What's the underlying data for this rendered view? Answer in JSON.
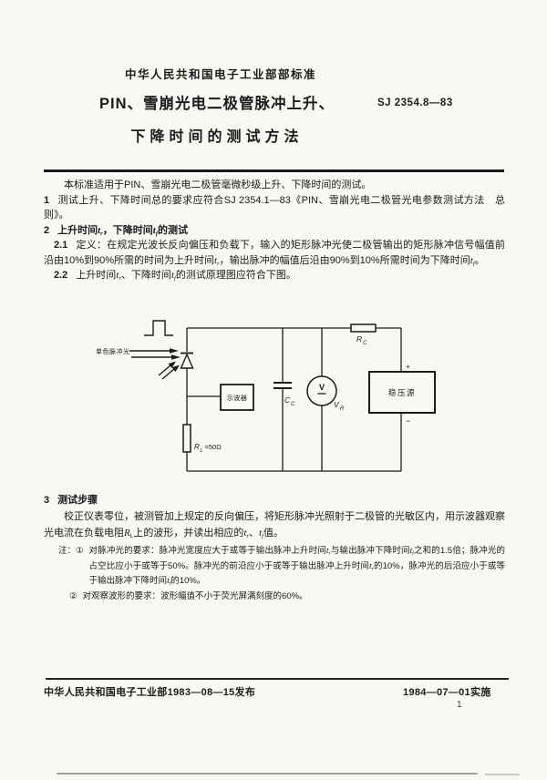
{
  "header": {
    "org_line": "中华人民共和国电子工业部部标准",
    "title_line1": "PIN、雪崩光电二极管脉冲上升、",
    "title_line2": "下降时间的测试方法",
    "standard_number": "SJ 2354.8—83"
  },
  "body": {
    "intro": "本标准适用于PIN、雪崩光电二极管毫微秒级上升、下降时间的测试。",
    "clause1_num": "1",
    "clause1": "测试上升、下降时间总的要求应符合SJ 2354.1—83《PIN、雪崩光电二极管光电参数测试方法　总则》。",
    "clause2_num": "2",
    "clause2_heading": "上升时间*t*~*r*~，下降时间*t*~*f*~的测试",
    "clause2_1_num": "2.1",
    "clause2_1": "定义：在规定光波长反向偏压和负载下，输入的矩形脉冲光使二极管输出的矩形脉冲信号幅值前沿由10%到90%所需的时间为上升时间*t*~*r*~，输出脉冲的幅值后沿由90%到10%所需时间为下降时间*t*~*f*~。",
    "clause2_2_num": "2.2",
    "clause2_2": "上升时间*t*~*r*~、下降时间*t*~*f*~的测试原理图应符合下图。",
    "clause3_num": "3",
    "clause3_heading": "测试步骤",
    "clause3_para": "校正仪表零位，被测管加上规定的反向偏压，将矩形脉冲光照射于二极管的光敏区内，用示波器观察光电流在负载电阻*R*~L~上的波形，并读出相应的*t*~*r*~、*t*~*f*~值。",
    "note_prefix": "注：",
    "note1_num": "①",
    "note1": "对脉冲光的要求：脉冲光宽度应大于或等于输出脉冲上升时间*t*~*r*~与输出脉冲下降时间*t*~*f*~之和的1.5倍；脉冲光的占空比应小于或等于50%。脉冲光的前沿应小于或等于输出脉冲上升时间*t*~*r*~的10%，脉冲光的后沿应小于或等于输出脉冲下降时间*t*~*f*~的10%。",
    "note2_num": "②",
    "note2": "对观察波形的要求：波形幅值不小于荧光屏满刻度的60%。"
  },
  "diagram": {
    "light_label": "单色脉冲光",
    "oscilloscope": "示波器",
    "power_supply": "稳压源",
    "voltmeter_v": "V",
    "rl_base": "R",
    "rl_sub": "L",
    "rl_value": "=50Ω",
    "cc_base": "C",
    "cc_sub": "C",
    "vr_base": "V",
    "vr_sub": "R",
    "rc_base": "R",
    "rc_sub": "C",
    "plus": "+",
    "minus": "−"
  },
  "footer": {
    "issued": "中华人民共和国电子工业部1983—08—15发布",
    "implemented": "1984—07—01实施",
    "page_number": "1"
  }
}
